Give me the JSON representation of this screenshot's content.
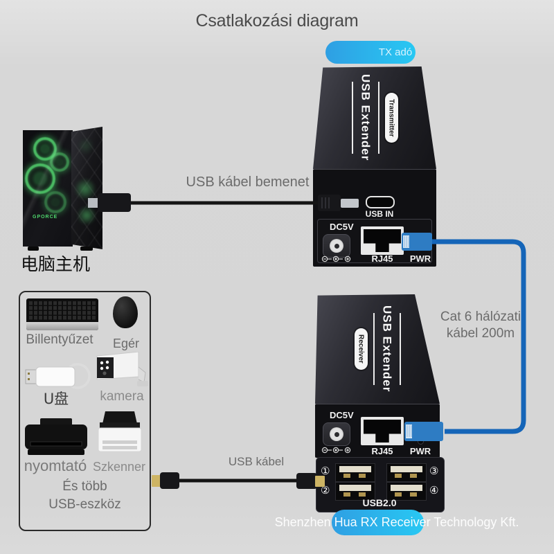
{
  "title": "Csatlakozási diagram",
  "tx_badge": "TX adó",
  "footer": "Shenzhen Hua RX Receiver Technology Kft.",
  "computer": {
    "label": "电脑主机",
    "gpu_text": "GPORCE"
  },
  "transmitter": {
    "brand": "USB Extender",
    "role": "Transmitter",
    "usb_in": "USB IN",
    "dc": "DC5V",
    "rj45": "RJ45",
    "pwr": "PWR"
  },
  "receiver": {
    "brand": "USB Extender",
    "role": "Receiver",
    "dc": "DC5V",
    "rj45": "RJ45",
    "pwr": "PWR",
    "usb_section": "USB2.0",
    "ports": [
      "①",
      "②",
      "③",
      "④"
    ]
  },
  "labels": {
    "usb_in_cable": "USB kábel bemenet",
    "cat6_line1": "Cat 6 hálózati",
    "cat6_line2": "kábel 200m",
    "usb_cable": "USB kábel"
  },
  "peripherals": {
    "keyboard": "Billentyűzet",
    "mouse": "Egér",
    "usb_drive": "U盘",
    "camera": "kamera",
    "printer": "nyomtató",
    "scanner": "Szkenner",
    "more1": "És több",
    "more2": "USB-eszköz"
  },
  "colors": {
    "badge_gradient_start": "#2f9fe3",
    "badge_gradient_end": "#28c8f3",
    "cat6_cable": "#1565b8",
    "device_black": "#101013"
  }
}
